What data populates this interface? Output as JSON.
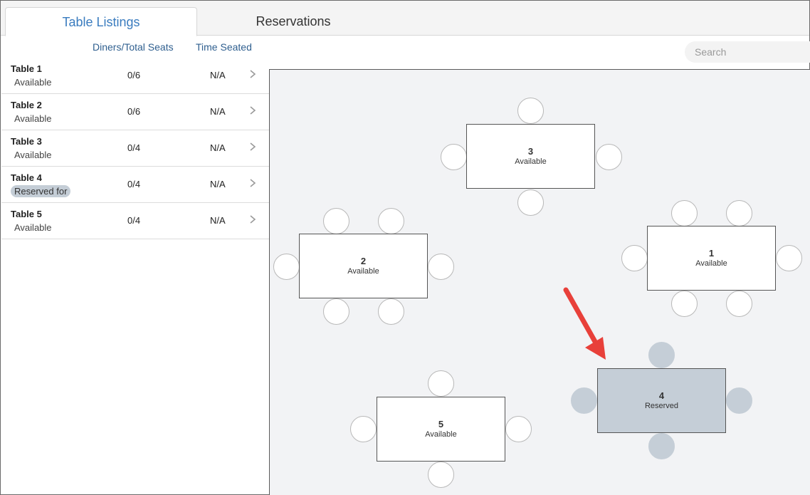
{
  "tabs": {
    "table_listings": "Table Listings",
    "reservations": "Reservations"
  },
  "columns": {
    "diners": "Diners/Total Seats",
    "time_seated": "Time Seated"
  },
  "search": {
    "placeholder": "Search"
  },
  "listings": [
    {
      "name": "Table 1",
      "status": "Available",
      "diners": "0/6",
      "time_seated": "N/A"
    },
    {
      "name": "Table 2",
      "status": "Available",
      "diners": "0/6",
      "time_seated": "N/A"
    },
    {
      "name": "Table 3",
      "status": "Available",
      "diners": "0/4",
      "time_seated": "N/A"
    },
    {
      "name": "Table 4",
      "status": "Reserved for",
      "diners": "0/4",
      "time_seated": "N/A"
    },
    {
      "name": "Table 5",
      "status": "Available",
      "diners": "0/4",
      "time_seated": "N/A"
    }
  ],
  "floor": {
    "tables": [
      {
        "number": "3",
        "status": "Available"
      },
      {
        "number": "2",
        "status": "Available"
      },
      {
        "number": "1",
        "status": "Available"
      },
      {
        "number": "4",
        "status": "Reserved"
      },
      {
        "number": "5",
        "status": "Available"
      }
    ]
  },
  "colors": {
    "accent": "#3a7cbf",
    "reserved": "#c5ced7",
    "arrow": "#e8403a"
  },
  "icons": {
    "row_chevron": "chevron-right-icon",
    "annotation": "arrow-icon"
  }
}
